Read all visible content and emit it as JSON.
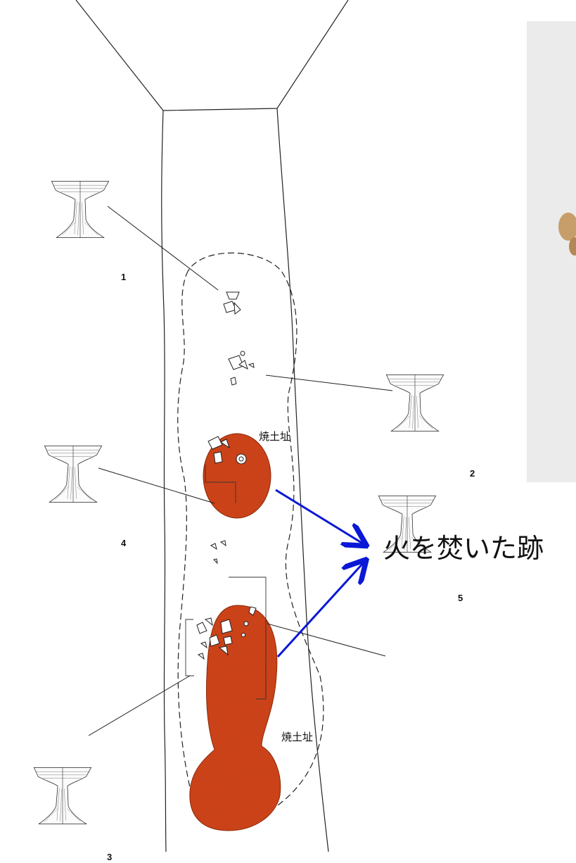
{
  "figure": {
    "labels": {
      "cup1": "1",
      "cup2": "2",
      "cup3": "3",
      "cup4": "4",
      "cup5": "5"
    },
    "burnt_soil_label_upper": "焼土址",
    "burnt_soil_label_lower": "焼土址",
    "annotation": "火を焚いた跡",
    "colors": {
      "burnt_area": "#d2451a",
      "arrow": "#0b18d6",
      "photo_bg": "#ebebeb"
    }
  }
}
